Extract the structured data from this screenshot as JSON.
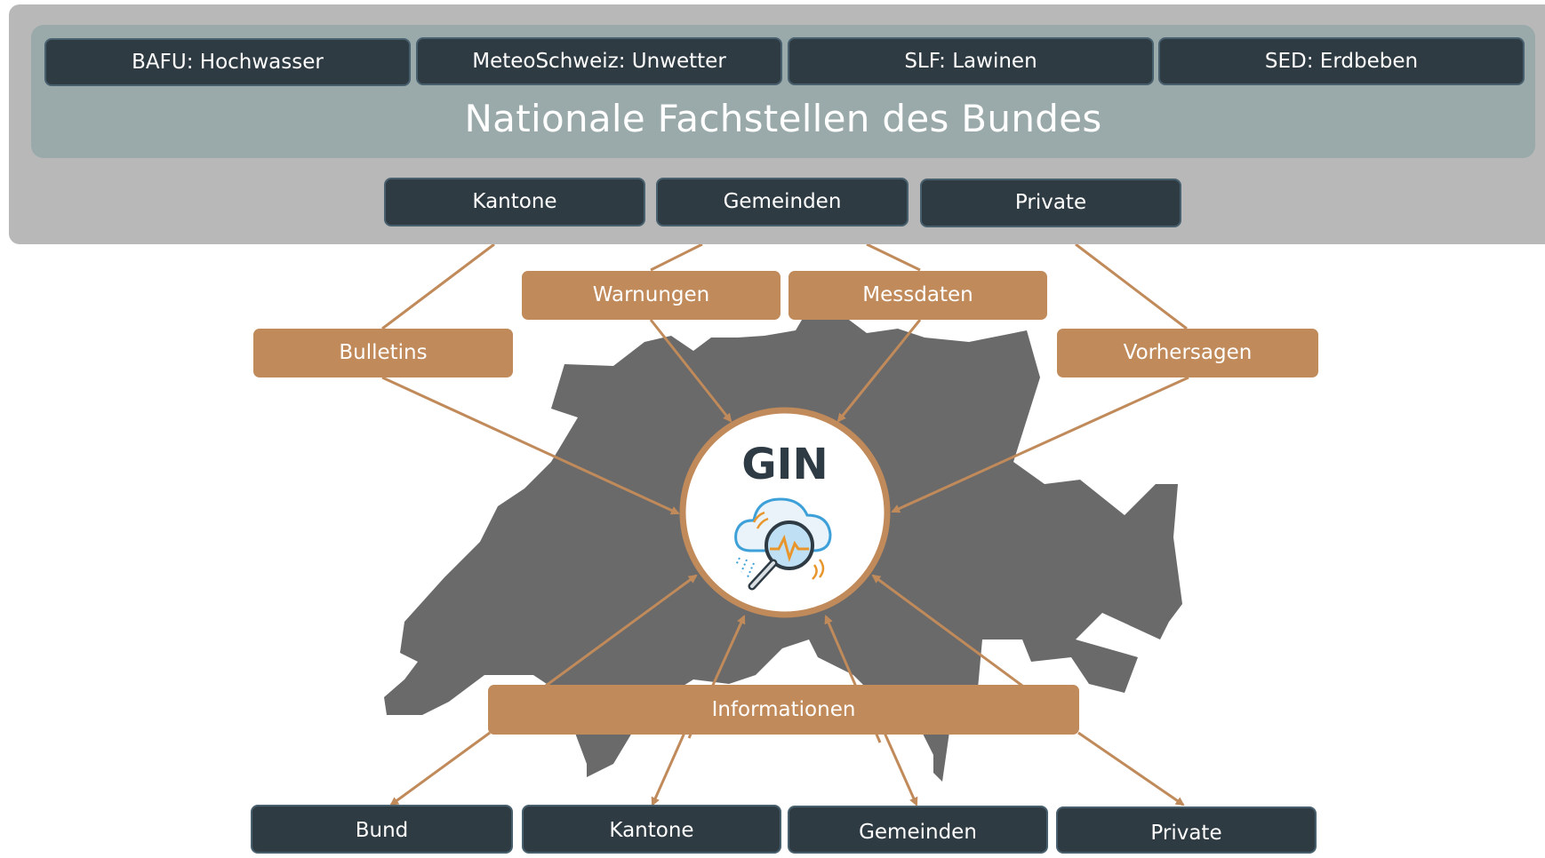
{
  "national_agencies": {
    "title": "Nationale Fachstellen des Bundes",
    "items": [
      {
        "label": "BAFU: Hochwasser"
      },
      {
        "label": "MeteoSchweiz: Unwetter"
      },
      {
        "label": "SLF: Lawinen"
      },
      {
        "label": "SED: Erdbeben"
      }
    ]
  },
  "providers": [
    {
      "label": "Kantone"
    },
    {
      "label": "Gemeinden"
    },
    {
      "label": "Private"
    }
  ],
  "inputs": {
    "bulletins": "Bulletins",
    "warnungen": "Warnungen",
    "messdaten": "Messdaten",
    "vorhersagen": "Vorhersagen"
  },
  "hub": {
    "title": "GIN",
    "icon": "cloud-magnifier-seismograph-icon"
  },
  "output": {
    "label": "Informationen"
  },
  "recipients": [
    {
      "label": "Bund"
    },
    {
      "label": "Kantone"
    },
    {
      "label": "Gemeinden"
    },
    {
      "label": "Private"
    }
  ],
  "colors": {
    "dark_box": "#2f3b43",
    "tan_box": "#c08a5a",
    "arrow": "#c08a5a",
    "map": "#6a6a6a",
    "outer_panel": "#b8b8b8",
    "inner_panel": "#9aa9a9"
  }
}
